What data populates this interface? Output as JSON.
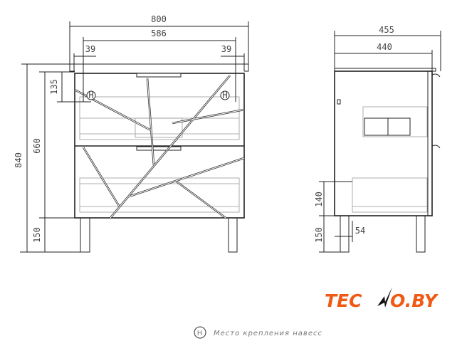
{
  "front_view": {
    "dims": {
      "overall_width": "800",
      "inner_width": "586",
      "left_offset": "39",
      "right_offset": "39",
      "overall_height": "840",
      "body_height": "660",
      "mount_height": "135",
      "leg_height": "150"
    },
    "mount_marker": "H"
  },
  "side_view": {
    "dims": {
      "overall_depth": "455",
      "body_depth": "440",
      "lower_height": "140",
      "leg_height": "150",
      "leg_offset": "54"
    }
  },
  "logo": {
    "text_left": "TEC",
    "text_right": "O.BY",
    "accent": "#f05a14"
  },
  "legend": {
    "marker": "H",
    "text": "Место крепления навесс"
  }
}
